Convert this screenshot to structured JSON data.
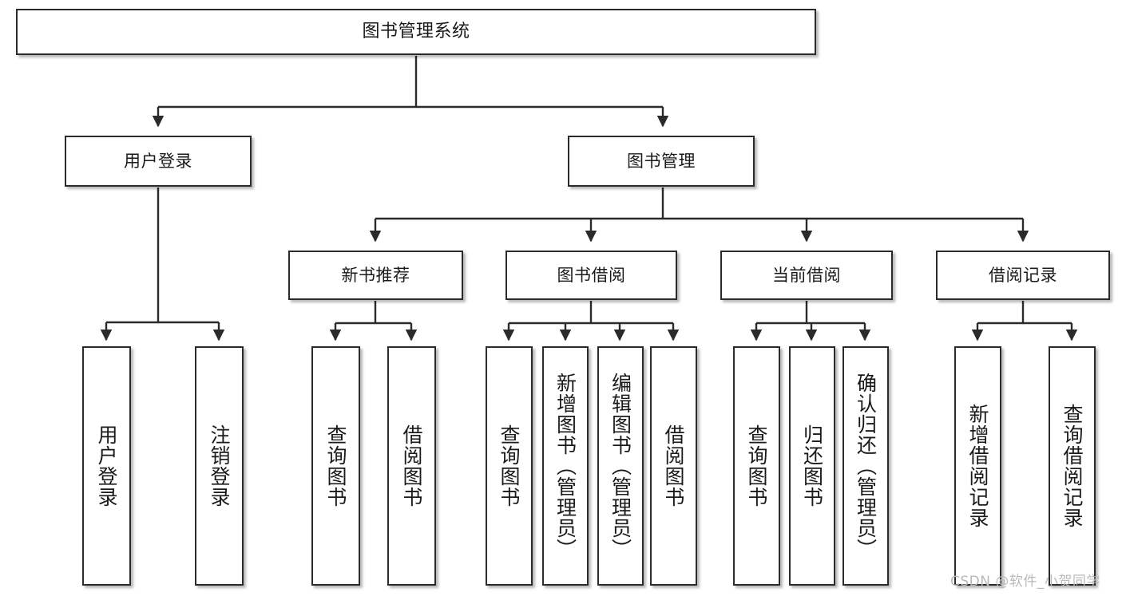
{
  "diagram": {
    "title": "图书管理系统",
    "type": "tree-hierarchy-chart",
    "watermark": "CSDN @软件_小贺同学",
    "colors": {
      "box_border": "#2b2b2b",
      "box_fill": "#ffffff",
      "edge": "#2b2b2b",
      "text": "#1a1a1a",
      "watermark": "#b9b9b9",
      "background": "#ffffff"
    }
  },
  "nodes": {
    "root": {
      "label": "图书管理系统",
      "level": 1
    },
    "level2": [
      {
        "id": "user-login",
        "label": "用户登录"
      },
      {
        "id": "book-manage",
        "label": "图书管理"
      }
    ],
    "level3": [
      {
        "id": "new-book-recommend",
        "label": "新书推荐"
      },
      {
        "id": "book-borrow",
        "label": "图书借阅"
      },
      {
        "id": "current-borrow",
        "label": "当前借阅"
      },
      {
        "id": "borrow-record",
        "label": "借阅记录"
      }
    ],
    "leaves": {
      "user_login": [
        {
          "id": "leaf-user-login",
          "label": "用户登录"
        },
        {
          "id": "leaf-logout-login",
          "label": "注销登录"
        }
      ],
      "new_book_recommend": [
        {
          "id": "leaf-query-book-1",
          "label": "查询图书"
        },
        {
          "id": "leaf-borrow-book-1",
          "label": "借阅图书"
        }
      ],
      "book_borrow": [
        {
          "id": "leaf-query-book-2",
          "label": "查询图书"
        },
        {
          "id": "leaf-add-book",
          "label": "新增图书（管理员）"
        },
        {
          "id": "leaf-edit-book",
          "label": "编辑图书（管理员）"
        },
        {
          "id": "leaf-borrow-book-2",
          "label": "借阅图书"
        }
      ],
      "current_borrow": [
        {
          "id": "leaf-query-book-3",
          "label": "查询图书"
        },
        {
          "id": "leaf-return-book",
          "label": "归还图书"
        },
        {
          "id": "leaf-confirm-return",
          "label": "确认归还（管理员）"
        }
      ],
      "borrow_record": [
        {
          "id": "leaf-add-borrow-record",
          "label": "新增借阅记录"
        },
        {
          "id": "leaf-query-borrow-record",
          "label": "查询借阅记录"
        }
      ]
    }
  }
}
